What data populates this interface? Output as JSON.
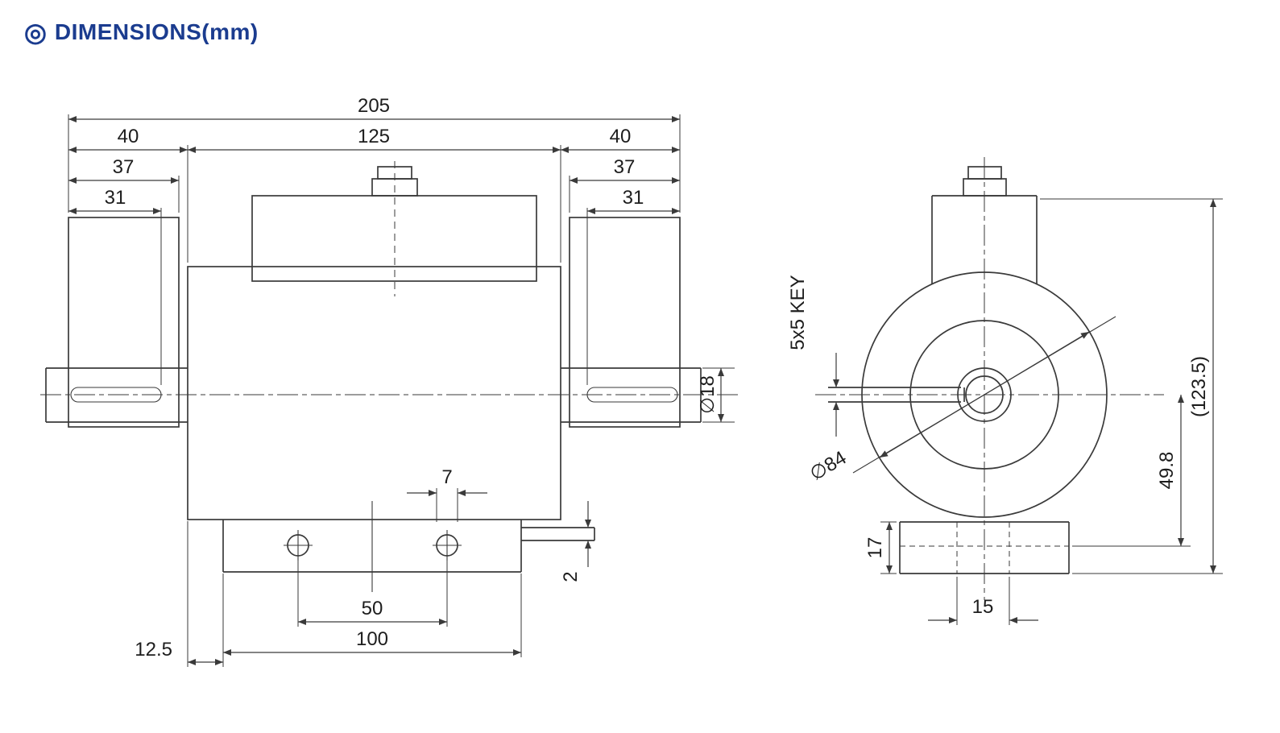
{
  "title": {
    "icon": "◎",
    "text": "DIMENSIONS(mm)"
  },
  "colors": {
    "title_blue": "#1b3c8f",
    "line": "#3a3a3a"
  },
  "side_view": {
    "overall_length": "205",
    "left_section": "40",
    "body_length": "125",
    "right_section": "40",
    "left_shoulder": "37",
    "left_key_length": "31",
    "right_shoulder": "37",
    "right_key_length": "31",
    "shaft_diameter": "∅18",
    "mount_hole_diameter": "7",
    "hole_spacing": "50",
    "base_length": "100",
    "base_offset": "12.5",
    "tab_thickness": "2"
  },
  "end_view": {
    "key_spec": "5x5 KEY",
    "body_diameter": "∅84",
    "overall_height": "(123.5)",
    "axis_height": "49.8",
    "base_height": "17",
    "foot_width": "15"
  }
}
